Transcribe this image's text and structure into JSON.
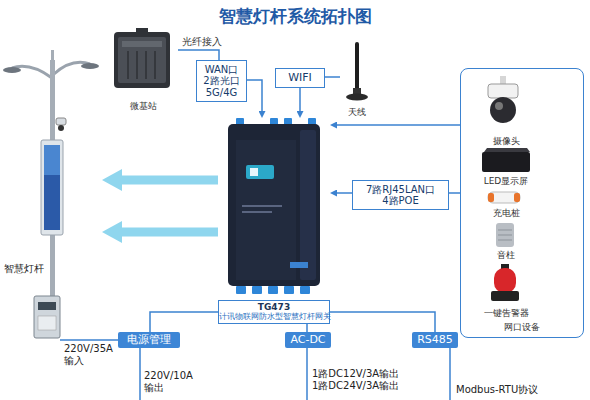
{
  "diagram": {
    "title": "智慧灯杆系统拓扑图",
    "nodes": [
      {
        "text": [
          "微基站"
        ]
      },
      {
        "text": [
          "WAN口 2路光口 5G/4G"
        ]
      },
      {
        "text": [
          "WIFI"
        ]
      },
      {
        "text": [
          "天线"
        ]
      },
      {
        "text": [
          "网口设备"
        ]
      },
      {
        "text": [
          "摄像头"
        ],
        "in": 4
      },
      {
        "text": [
          "LED显示屏"
        ],
        "in": 4
      },
      {
        "text": [
          "充电桩"
        ],
        "in": 4
      },
      {
        "text": [
          "音柱"
        ],
        "in": 4
      },
      {
        "text": [
          "一键告警器"
        ],
        "in": 4
      },
      {
        "text": [
          "TG473",
          "计讯物联网防水型智慧灯杆网关"
        ]
      },
      {
        "text": [
          "7路RJ45LAN口 4路POE"
        ]
      },
      {
        "text": [
          "智慧灯杆"
        ]
      },
      {
        "text": [
          "电源管理"
        ]
      },
      {
        "text": [
          "AC-DC"
        ]
      },
      {
        "text": [
          "RS485"
        ]
      }
    ],
    "edges": [
      {
        "from": 0,
        "to": 1,
        "label": "光纤接入",
        "arrow": "none"
      },
      {
        "from": 1,
        "to": 10,
        "arrow": "to"
      },
      {
        "from": 2,
        "to": 10,
        "arrow": "to"
      },
      {
        "from": 3,
        "to": 2,
        "arrow": "none"
      },
      {
        "from": 4,
        "to": 10,
        "arrow": "to"
      },
      {
        "from": 4,
        "to": 11,
        "arrow": "none"
      },
      {
        "from": 11,
        "to": 10,
        "arrow": "to"
      },
      {
        "from": 10,
        "to": 12,
        "arrow": "to"
      },
      {
        "from": 10,
        "to": 12,
        "arrow": "to"
      },
      {
        "from": 10,
        "to": 13,
        "arrow": "none"
      },
      {
        "from": 10,
        "to": 14,
        "arrow": "none"
      },
      {
        "from": 10,
        "to": 15,
        "arrow": "none"
      }
    ],
    "labels": [
      "220V/35A 输入",
      "220V/10A 输出",
      "1路DC12V/3A输出 1路DC24V/3A输出",
      "Modbus-RTU协议"
    ]
  }
}
